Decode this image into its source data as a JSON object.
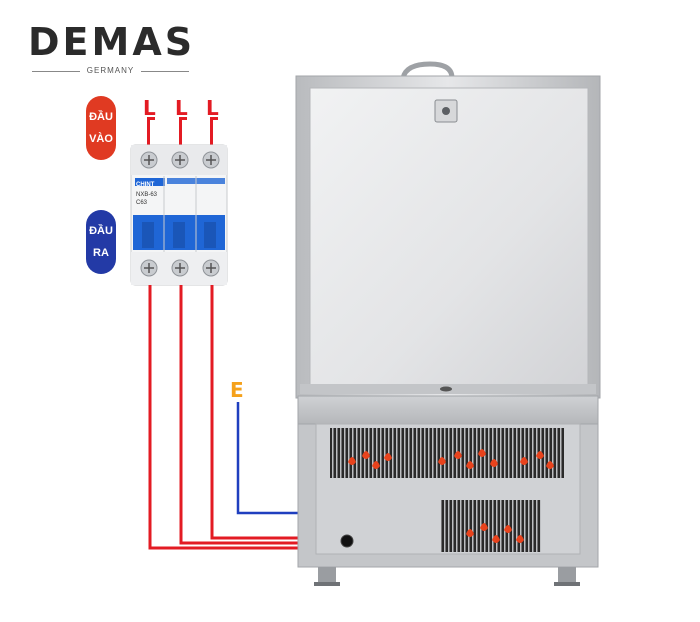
{
  "logo": {
    "word": "DEMAS",
    "sub": "GERMANY"
  },
  "input_label": {
    "line1": "ĐẦU",
    "line2": "VÀO"
  },
  "output_label": {
    "line1": "ĐẦU",
    "line2": "RA"
  },
  "phase_labels": [
    "L",
    "L",
    "L"
  ],
  "earth_label": "E",
  "breaker": {
    "brand": "CHINT",
    "model": "NXB-63",
    "rating": "C63"
  },
  "colors": {
    "input_pill": "#e03a22",
    "output_pill": "#233aa6",
    "phase_wire": "#e31b23",
    "earth_wire": "#1f3fbf",
    "earth_label": "#f5a11b",
    "breaker_blue": "#1f66d6"
  }
}
